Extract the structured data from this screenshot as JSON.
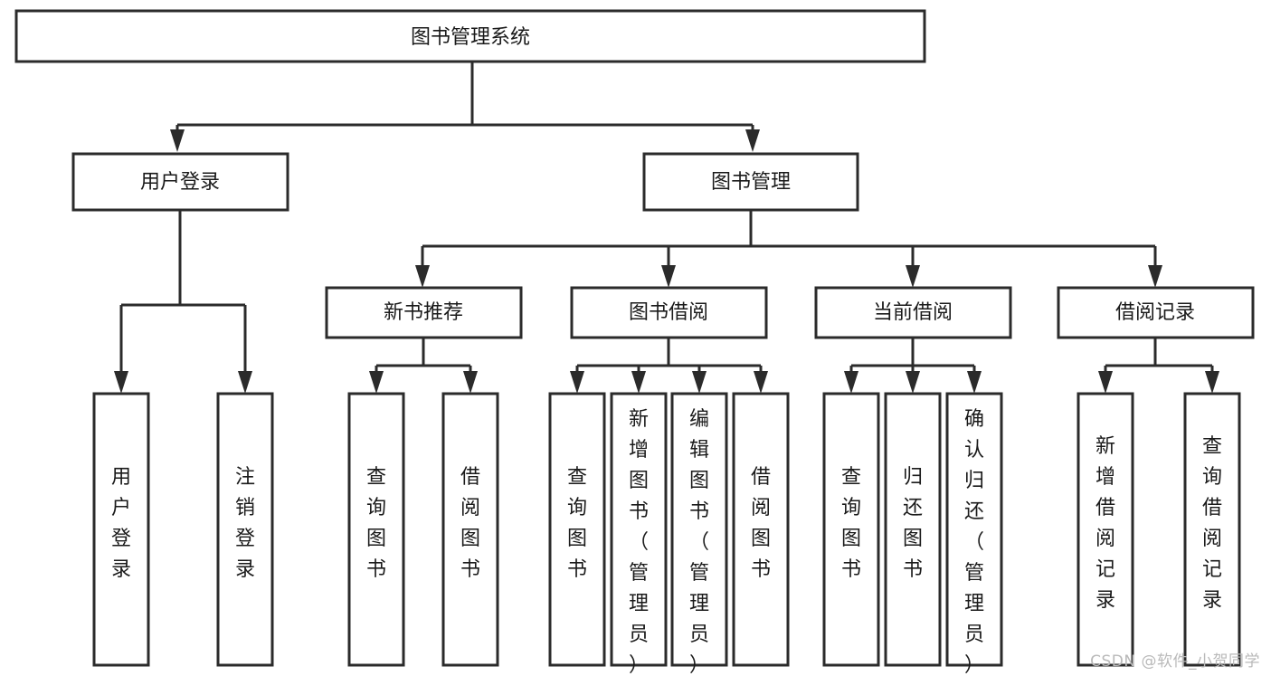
{
  "diagram": {
    "title": "图书管理系统",
    "watermark": "CSDN @软件_小贺同学",
    "colors": {
      "stroke": "#2b2b2b",
      "box_fill": "#ffffff",
      "text": "#1a1a1a",
      "background": "#ffffff",
      "watermark": "#b9b9b9"
    }
  },
  "chart_data": {
    "type": "tree",
    "title": "图书管理系统",
    "orientation": "top-down",
    "levels": 4,
    "root": {
      "label": "图书管理系统",
      "children": [
        {
          "label": "用户登录",
          "children": [
            {
              "label": "用户登录"
            },
            {
              "label": "注销登录"
            }
          ]
        },
        {
          "label": "图书管理",
          "children": [
            {
              "label": "新书推荐",
              "children": [
                {
                  "label": "查询图书"
                },
                {
                  "label": "借阅图书"
                }
              ]
            },
            {
              "label": "图书借阅",
              "children": [
                {
                  "label": "查询图书"
                },
                {
                  "label": "新增图书（管理员）"
                },
                {
                  "label": "编辑图书（管理员）"
                },
                {
                  "label": "借阅图书"
                }
              ]
            },
            {
              "label": "当前借阅",
              "children": [
                {
                  "label": "查询图书"
                },
                {
                  "label": "归还图书"
                },
                {
                  "label": "确认归还（管理员）"
                }
              ]
            },
            {
              "label": "借阅记录",
              "children": [
                {
                  "label": "新增借阅记录"
                },
                {
                  "label": "查询借阅记录"
                }
              ]
            }
          ]
        }
      ]
    }
  },
  "nodes": {
    "root": {
      "label": "图书管理系统"
    },
    "level2": [
      {
        "label": "用户登录"
      },
      {
        "label": "图书管理"
      }
    ],
    "level3": [
      {
        "label": "新书推荐"
      },
      {
        "label": "图书借阅"
      },
      {
        "label": "当前借阅"
      },
      {
        "label": "借阅记录"
      }
    ],
    "leaves": [
      {
        "label": "用户登录"
      },
      {
        "label": "注销登录"
      },
      {
        "label": "查询图书"
      },
      {
        "label": "借阅图书"
      },
      {
        "label": "查询图书"
      },
      {
        "label": "新增图书（管理员）"
      },
      {
        "label": "编辑图书（管理员）"
      },
      {
        "label": "借阅图书"
      },
      {
        "label": "查询图书"
      },
      {
        "label": "归还图书"
      },
      {
        "label": "确认归还（管理员）"
      },
      {
        "label": "新增借阅记录"
      },
      {
        "label": "查询借阅记录"
      }
    ]
  }
}
